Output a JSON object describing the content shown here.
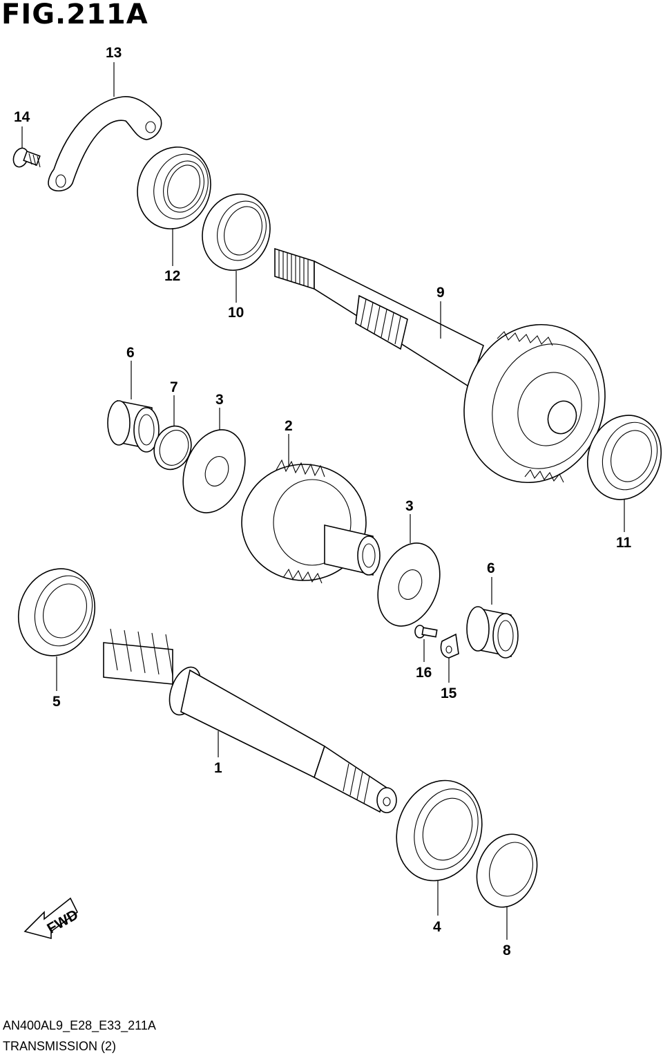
{
  "figure": {
    "title": "FIG.211A",
    "code": "AN400AL9_E28_E33_211A",
    "caption": "TRANSMISSION (2)",
    "fwd_label": "FWD"
  },
  "callouts": [
    "13",
    "14",
    "12",
    "10",
    "9",
    "6",
    "7",
    "3",
    "2",
    "11",
    "3",
    "6",
    "5",
    "16",
    "15",
    "1",
    "4",
    "8"
  ]
}
